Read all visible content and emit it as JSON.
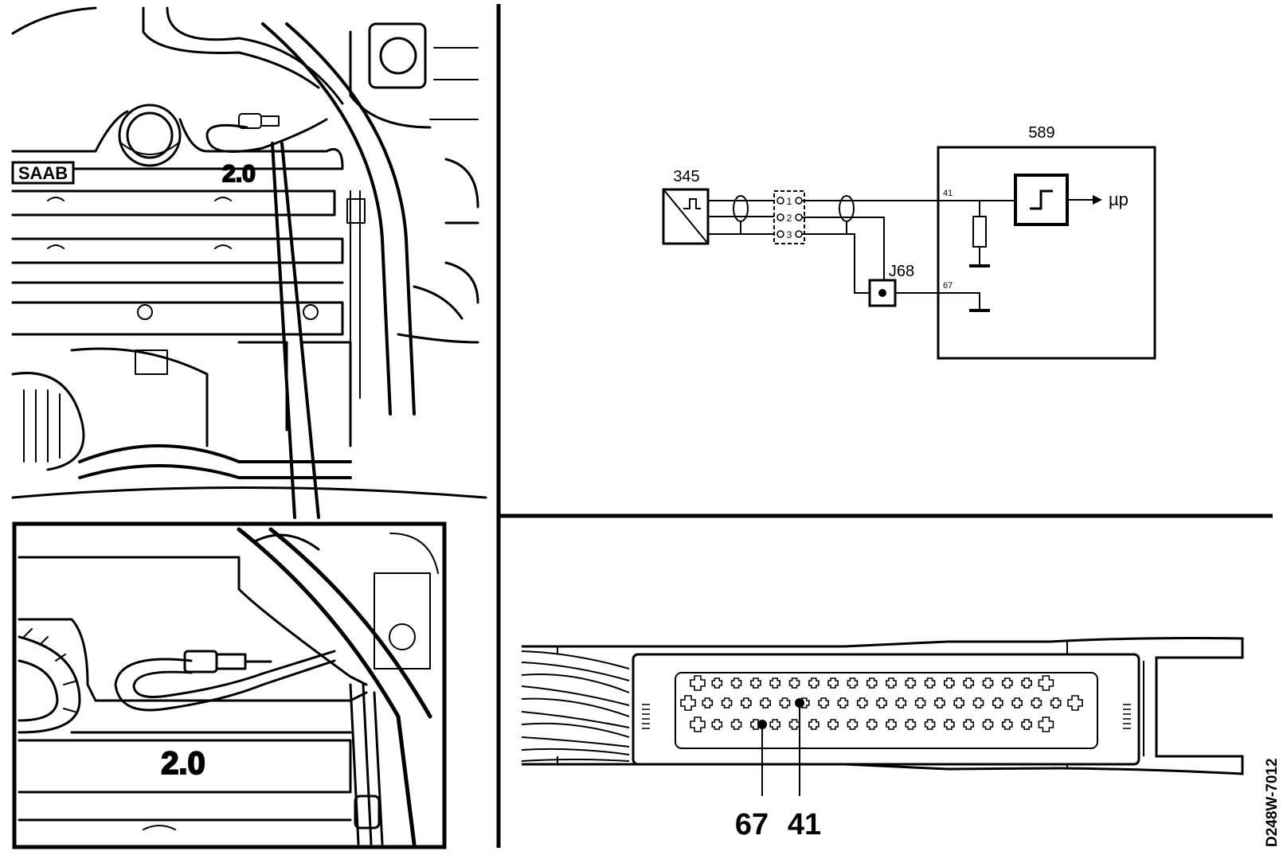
{
  "engine_view": {
    "brand_badge": "SAAB",
    "engine_badge": "2.0",
    "detail_badge": "2.0"
  },
  "schematic": {
    "sensor_label": "345",
    "control_unit_label": "589",
    "junction_label": "J68",
    "connector_pins": [
      "1",
      "2",
      "3"
    ],
    "ecu_pin_signal": "41",
    "ecu_pin_ground": "67",
    "output_label": "µp"
  },
  "connector_view": {
    "pin_left_label": "67",
    "pin_right_label": "41"
  },
  "figure_code": "D248W-7012"
}
